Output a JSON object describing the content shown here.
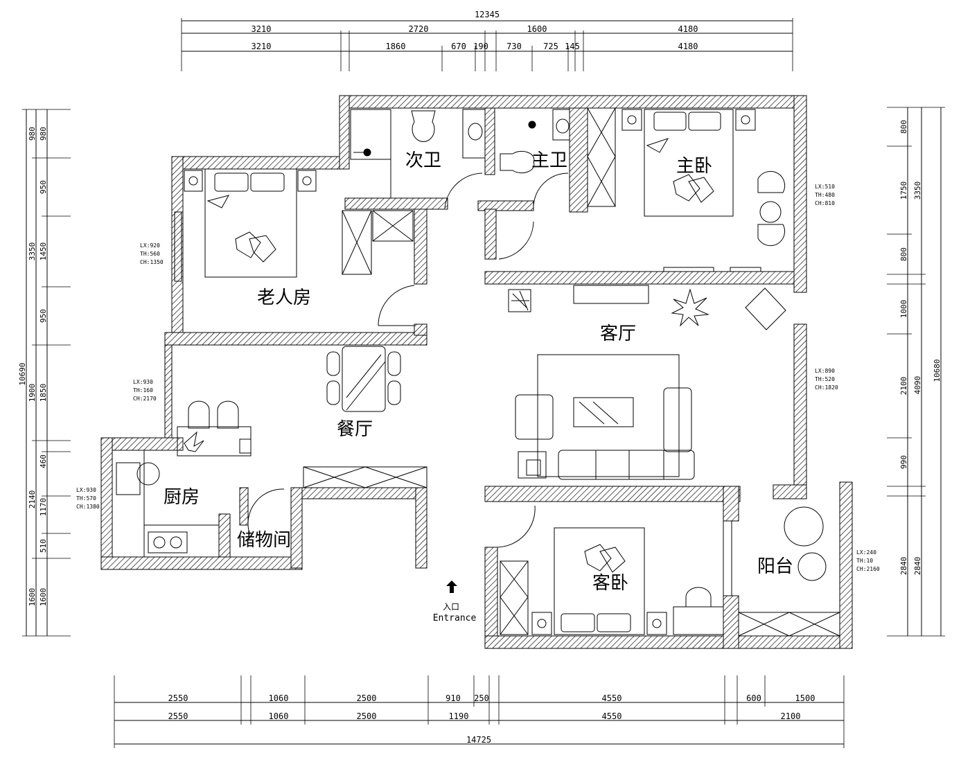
{
  "rooms": {
    "elder_room": "老人房",
    "second_bath": "次卫",
    "master_bath": "主卫",
    "master_bedroom": "主卧",
    "living_room": "客厅",
    "dining_room": "餐厅",
    "kitchen": "厨房",
    "storage": "储物间",
    "guest_bedroom": "客卧",
    "balcony": "阳台"
  },
  "entrance": {
    "cn": "入口",
    "en": "Entrance"
  },
  "dims_top": {
    "total": "12345",
    "row1": [
      "3210",
      "2720",
      "1600",
      "4180"
    ],
    "row2": [
      "3210",
      "1860",
      "670",
      "190",
      "730",
      "725",
      "145",
      "4180"
    ]
  },
  "dims_bottom": {
    "total": "14725",
    "row1": [
      "2550",
      "1060",
      "2500",
      "910",
      "250",
      "4550",
      "600",
      "1500"
    ],
    "row2": [
      "2550",
      "1060",
      "2500",
      "1190",
      "4550",
      "2100"
    ]
  },
  "dims_left": {
    "total": "10690",
    "outer": [
      "980",
      "3350",
      "1900",
      "2140",
      "1600"
    ],
    "inner": [
      "980",
      "950",
      "1450",
      "950",
      "1850",
      "460",
      "1170",
      "510",
      "1600"
    ]
  },
  "dims_right": {
    "total": "10680",
    "outer": [
      "3350",
      "4090",
      "2840"
    ],
    "inner": [
      "800",
      "1750",
      "800",
      "1000",
      "2100",
      "990",
      "2840"
    ]
  },
  "window_notes": {
    "elder": [
      "LX:920",
      "TH:560",
      "CH:1350"
    ],
    "dining": [
      "LX:930",
      "TH:160",
      "CH:2170"
    ],
    "kitchen": [
      "LX:930",
      "TH:570",
      "CH:1380"
    ],
    "master": [
      "LX:510",
      "TH:480",
      "CH:810"
    ],
    "living": [
      "LX:890",
      "TH:520",
      "CH:1820"
    ],
    "balcony": [
      "LX:240",
      "TH:10",
      "CH:2160"
    ]
  }
}
